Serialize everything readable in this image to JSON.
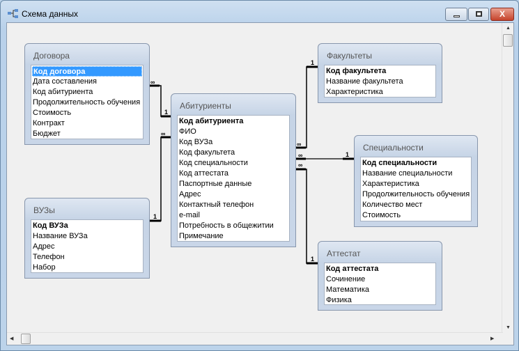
{
  "window": {
    "title": "Схема данных",
    "close_label": "X"
  },
  "tables": {
    "dogovora": {
      "title": "Договора",
      "fields": [
        "Код договора",
        "Дата составления",
        "Код абитуриента",
        "Продолжительность обучения",
        "Стоимость",
        "Контракт",
        "Бюджет"
      ]
    },
    "abiturienty": {
      "title": "Абитуриенты",
      "fields": [
        "Код абитуриента",
        "ФИО",
        "Код ВУЗа",
        "Код факультета",
        "Код специальности",
        "Код аттестата",
        "Паспортные данные",
        "Адрес",
        "Контактный телефон",
        "e-mail",
        "Потребность в общежитии",
        "Примечание"
      ]
    },
    "vuzy": {
      "title": "ВУЗы",
      "fields": [
        "Код ВУЗа",
        "Название ВУЗа",
        "Адрес",
        "Телефон",
        "Набор"
      ]
    },
    "fakultety": {
      "title": "Факультеты",
      "fields": [
        "Код факультета",
        "Название факультета",
        "Характеристика"
      ]
    },
    "specialnosti": {
      "title": "Специальности",
      "fields": [
        "Код специальности",
        "Название специальности",
        "Характеристика",
        "Продолжительность обучения",
        "Количество мест",
        "Стоимость"
      ]
    },
    "attestat": {
      "title": "Аттестат",
      "fields": [
        "Код аттестата",
        "Сочинение",
        "Математика",
        "Физика"
      ]
    }
  },
  "relations": {
    "one": "1",
    "many": "∞"
  }
}
